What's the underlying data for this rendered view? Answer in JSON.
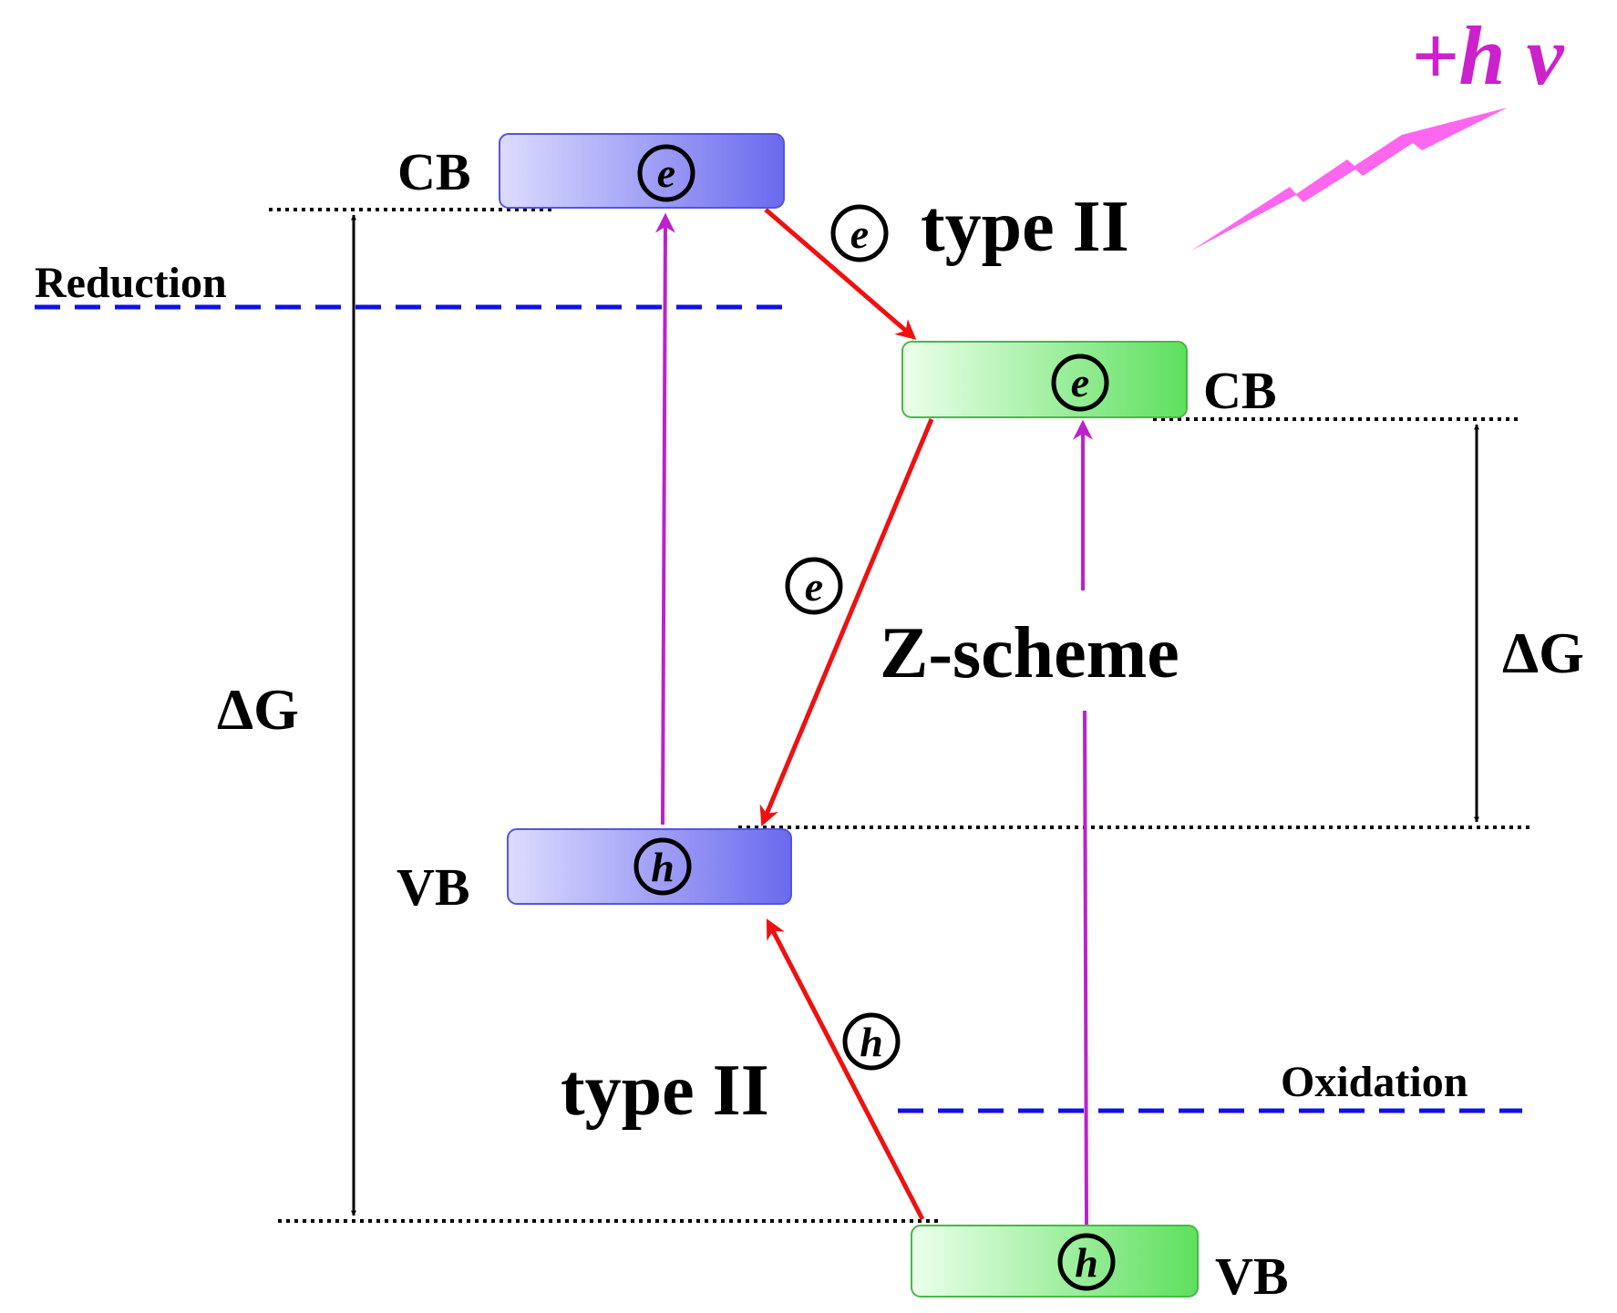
{
  "colors": {
    "red_arrow": "#ee1111",
    "magenta_arrow": "#bb22cc",
    "dashed_line": "#1010e8",
    "photon": "#ff66ee",
    "photon_text": "#cc22cc",
    "band_blue": "#6666ee",
    "band_green": "#55dd55"
  },
  "photon": {
    "label": "+h ν"
  },
  "semiconductor_1": {
    "cb": {
      "label": "CB",
      "carrier": "e"
    },
    "vb": {
      "label": "VB",
      "carrier": "h"
    },
    "gap_label": "ΔG"
  },
  "semiconductor_2": {
    "cb": {
      "label": "CB",
      "carrier": "e"
    },
    "vb": {
      "label": "VB",
      "carrier": "h"
    },
    "gap_label": "ΔG"
  },
  "potentials": {
    "reduction": "Reduction",
    "oxidation": "Oxidation"
  },
  "transfers": {
    "type2_electron": {
      "label": "type II",
      "carrier": "e"
    },
    "zscheme": {
      "label": "Z-scheme",
      "carrier": "e"
    },
    "type2_hole": {
      "label": "type II",
      "carrier": "h"
    }
  }
}
